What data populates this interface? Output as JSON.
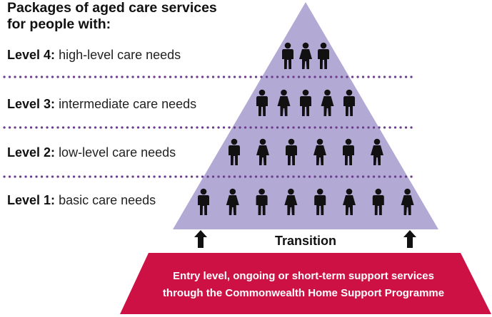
{
  "title_lines": [
    "Packages of aged care services",
    "for people with:"
  ],
  "levels": [
    {
      "name": "Level 4:",
      "description": "high-level care needs",
      "figures": 3
    },
    {
      "name": "Level 3:",
      "description": "intermediate care needs",
      "figures": 5
    },
    {
      "name": "Level 2:",
      "description": "low-level care needs",
      "figures": 6
    },
    {
      "name": "Level 1:",
      "description": "basic care needs",
      "figures": 8
    }
  ],
  "transition_label": "Transition",
  "base_lines": [
    "Entry level, ongoing or short-term support services",
    "through the Commonwealth Home Support Programme"
  ],
  "colors": {
    "pyramid": "#b2a9d4",
    "base": "#cd1144",
    "dots": "#6b3d8d",
    "figure": "#111111"
  },
  "icons": [
    "person-icon",
    "up-arrow-icon"
  ]
}
